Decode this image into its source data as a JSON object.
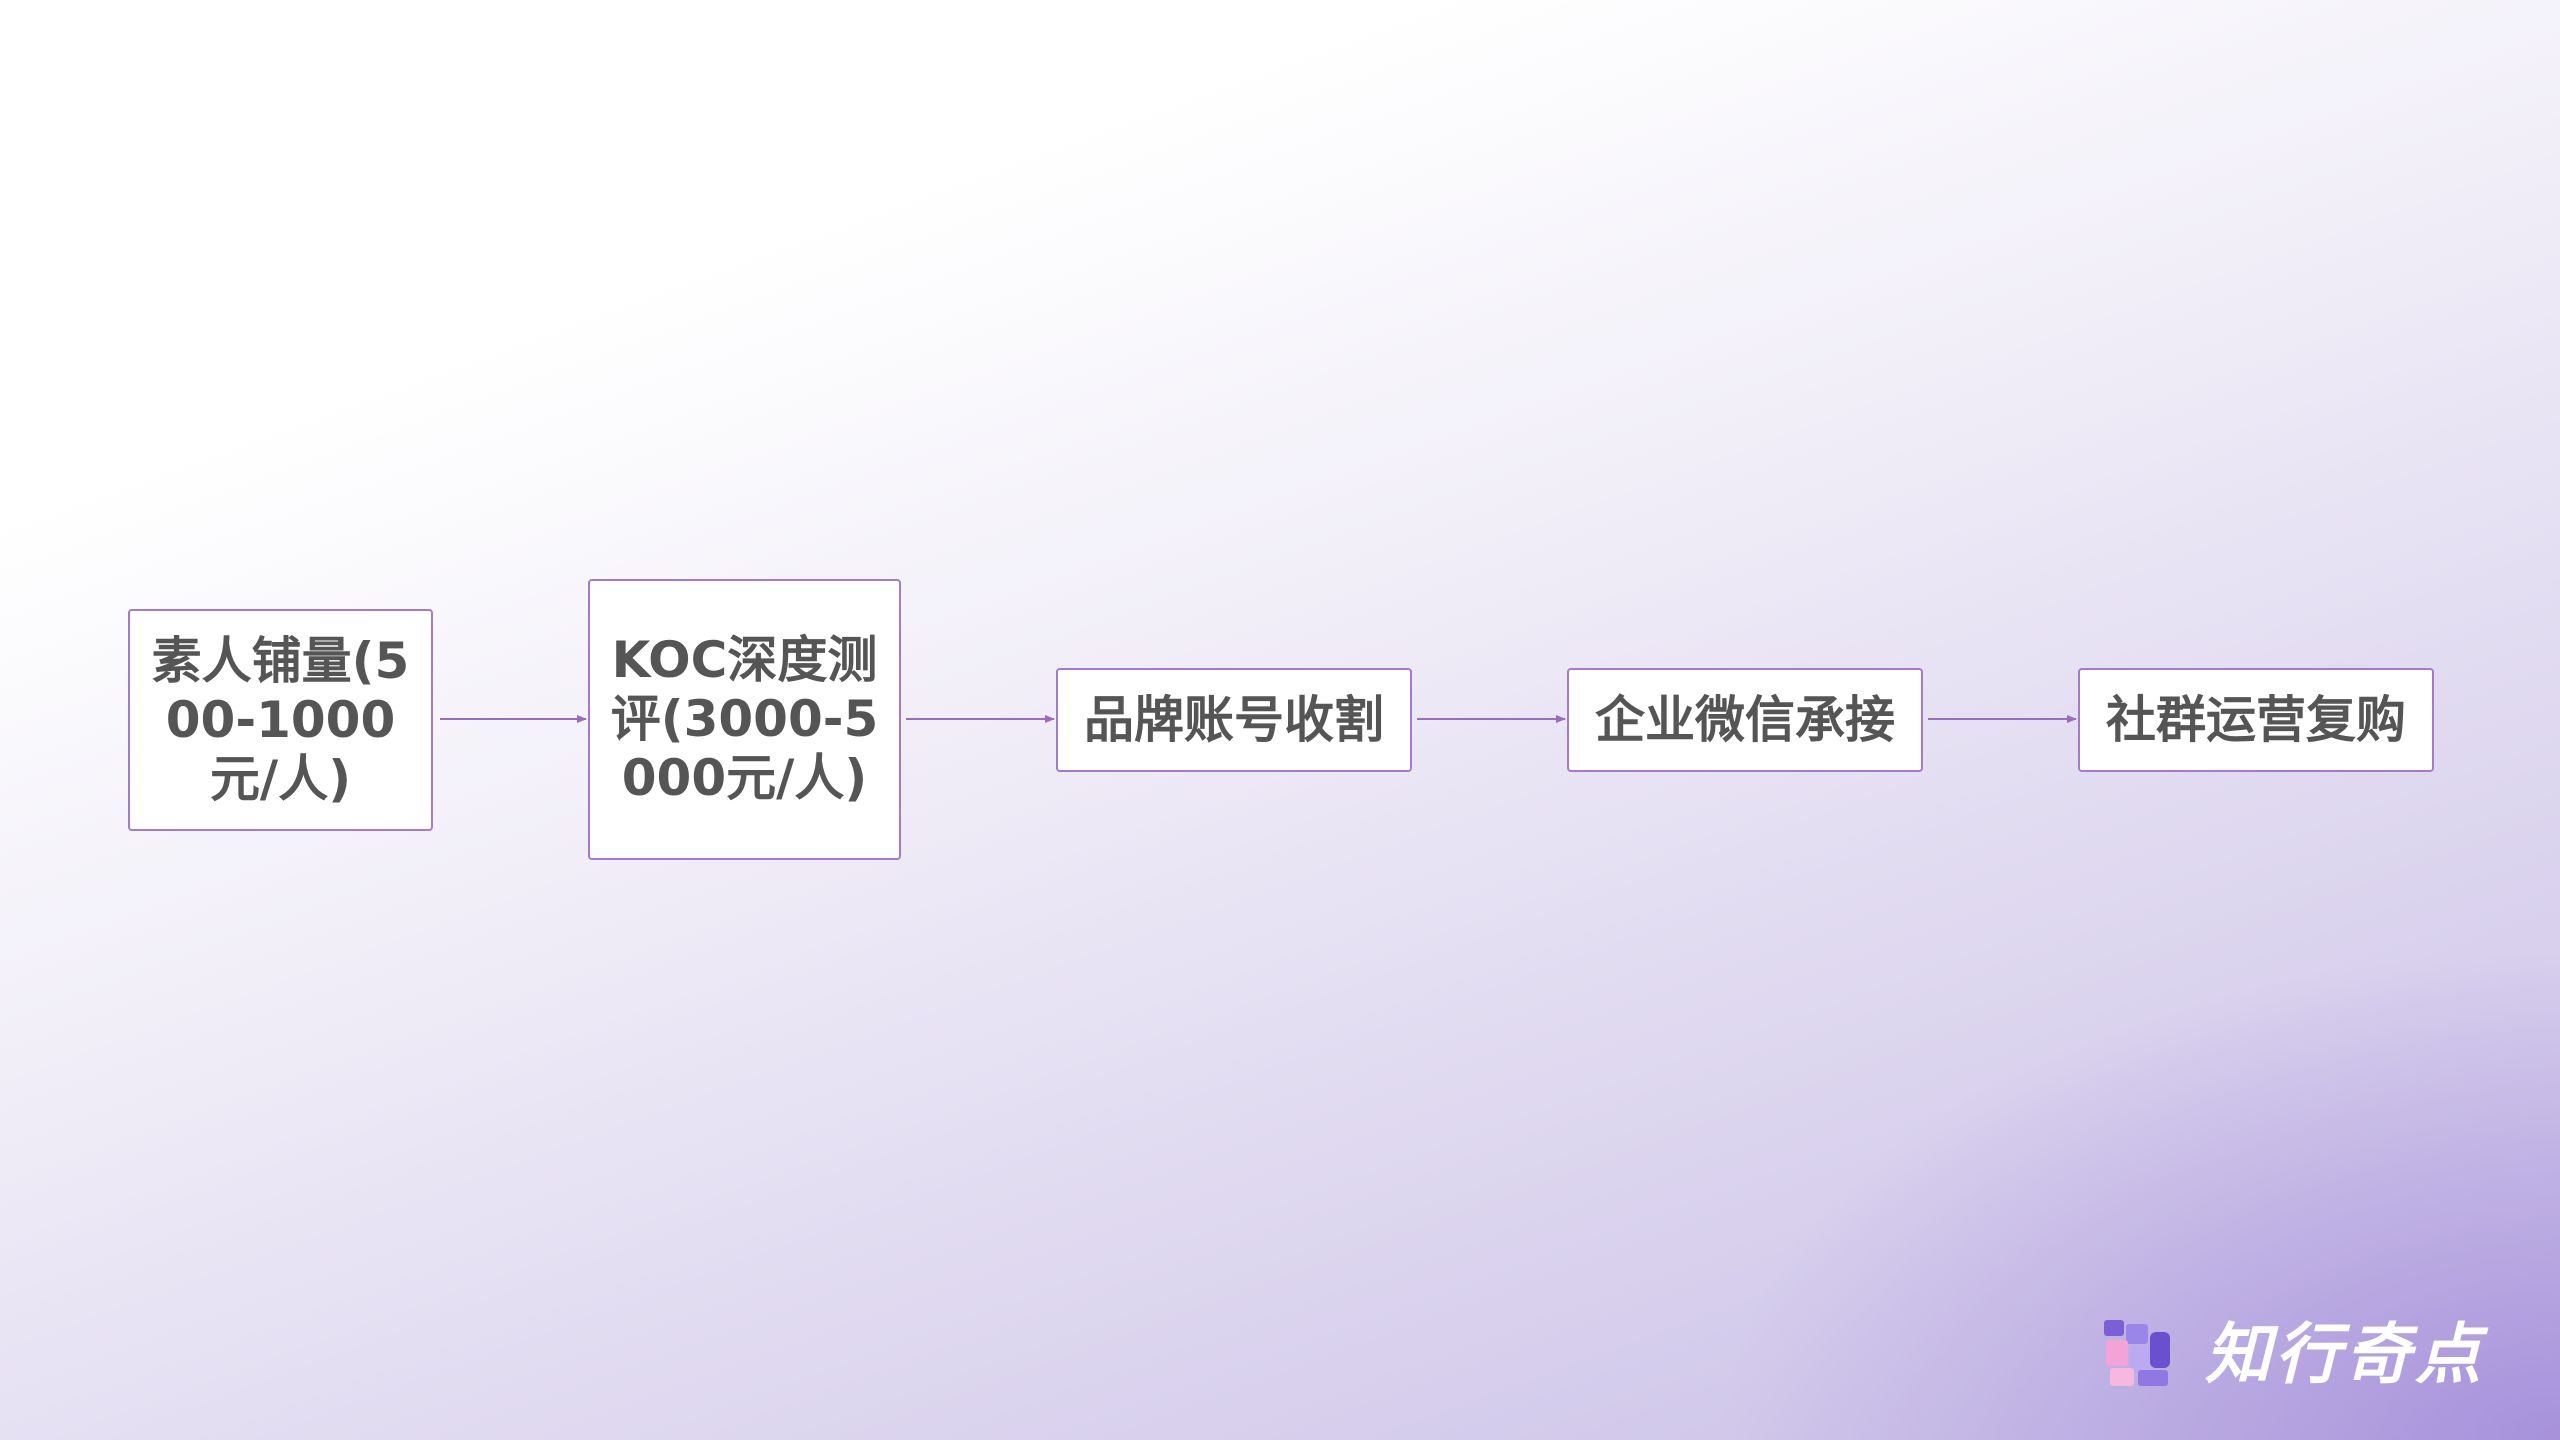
{
  "flow": {
    "nodes": [
      {
        "label": "素人铺量(500-1000元/人)"
      },
      {
        "label": "KOC深度测评(3000-5000元/人)"
      },
      {
        "label": "品牌账号收割"
      },
      {
        "label": "企业微信承接"
      },
      {
        "label": "社群运营复购"
      }
    ]
  },
  "brand": {
    "name": "知行奇点",
    "icon": "brand-logo-icon"
  },
  "colors": {
    "node_border": "#a779c6",
    "arrow": "#9b6bbf",
    "node_text": "#555555"
  }
}
